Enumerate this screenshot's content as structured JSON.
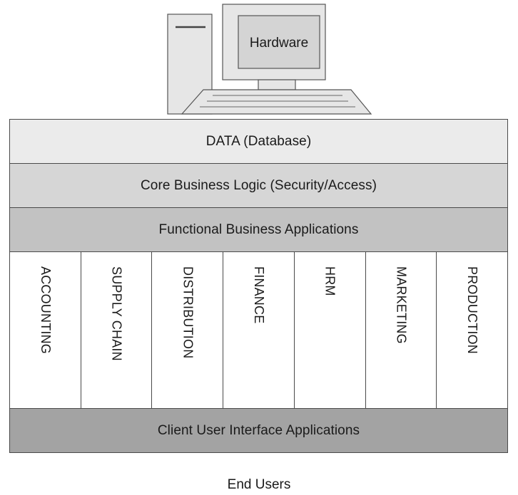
{
  "colors": {
    "data_fill": "#ebebeb",
    "core_fill": "#d6d6d6",
    "functional_fill": "#c2c2c2",
    "client_fill": "#a3a3a3",
    "modules_fill": "#ffffff",
    "outline": "#4a4a4a"
  },
  "hardware": {
    "label": "Hardware",
    "icon": "computer-workstation-icon"
  },
  "layers": {
    "data": "DATA (Database)",
    "core": "Core Business Logic (Security/Access)",
    "functional": "Functional Business Applications",
    "client": "Client User Interface Applications"
  },
  "modules": [
    "ACCOUNTING",
    "SUPPLY CHAIN",
    "DISTRIBUTION",
    "FINANCE",
    "HRM",
    "MARKETING",
    "PRODUCTION"
  ],
  "footer": {
    "end_users": "End Users"
  }
}
